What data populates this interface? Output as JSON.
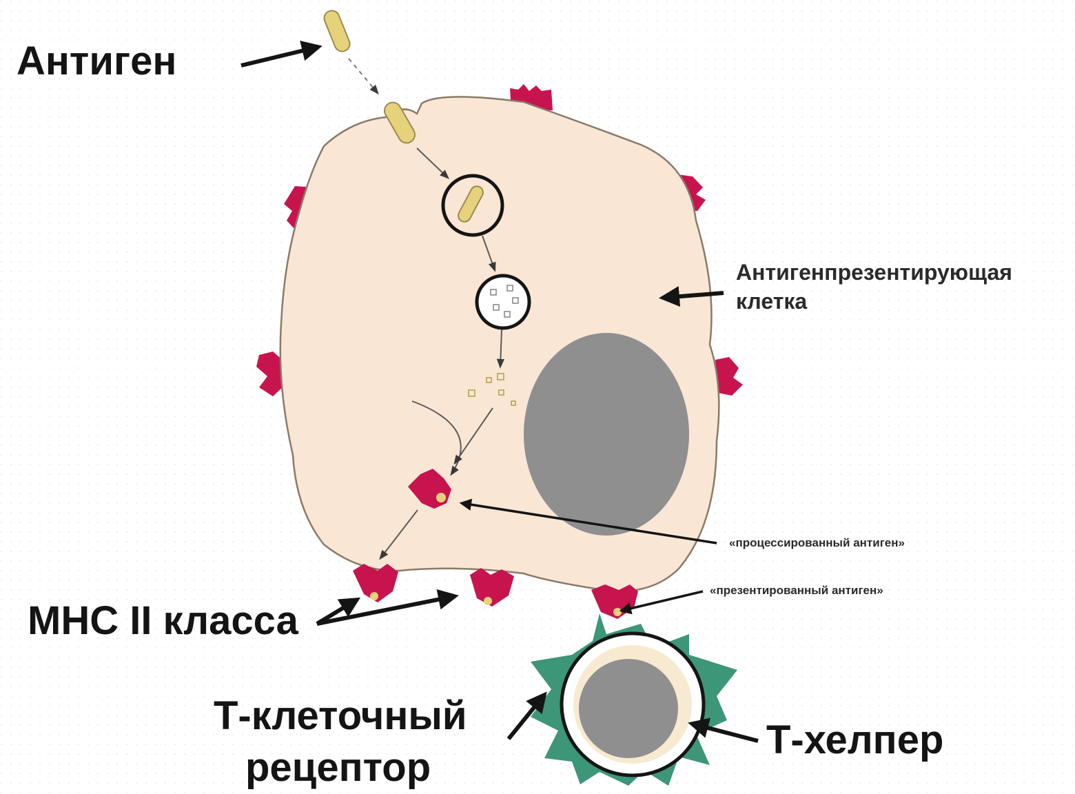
{
  "labels": {
    "antigen": "Антиген",
    "apc_line1": "Антигенпрезентирующая",
    "apc_line2": "клетка",
    "processed_antigen": "«процессированный антиген»",
    "presented_antigen": "«презентированный антиген»",
    "mhc_class_ii": "MHC II класса",
    "tcr_line1": "Т-клеточный",
    "tcr_line2": "рецептор",
    "t_helper": "Т-хелпер"
  },
  "colors": {
    "cell_fill": "#f9e6d4",
    "cell_outline": "#8a7a68",
    "nucleus": "#8f8f8f",
    "mhc": "#c8144e",
    "antigen": "#e6d27a",
    "tcr": "#3d9677",
    "arrow": "#141414"
  }
}
